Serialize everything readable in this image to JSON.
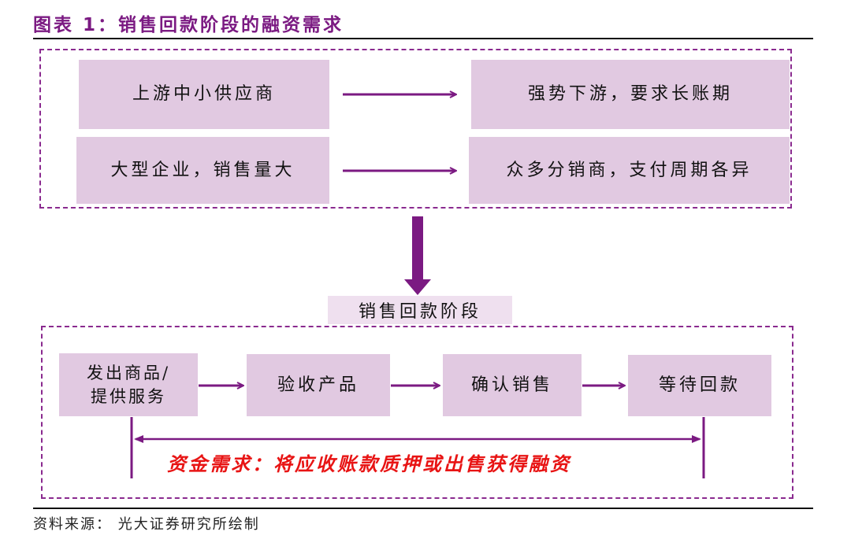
{
  "figure": {
    "title": "图表 1：销售回款阶段的融资需求",
    "source": "资料来源： 光大证券研究所绘制"
  },
  "top_section": {
    "rows": [
      {
        "left": "上游中小供应商",
        "right": "强势下游，要求长账期"
      },
      {
        "left": "大型企业，销售量大",
        "right": "众多分销商，支付周期各异"
      }
    ]
  },
  "stage": {
    "label": "销售回款阶段",
    "steps": [
      {
        "line1": "发出商品/",
        "line2": "提供服务"
      },
      {
        "line1": "验收产品"
      },
      {
        "line1": "确认销售"
      },
      {
        "line1": "等待回款"
      }
    ],
    "financing_need": "资金需求：将应收账款质押或出售获得融资"
  },
  "colors": {
    "accent_purple": "#7b1a82",
    "box_fill": "#e1c9e1",
    "highlight_red": "#e81414"
  }
}
